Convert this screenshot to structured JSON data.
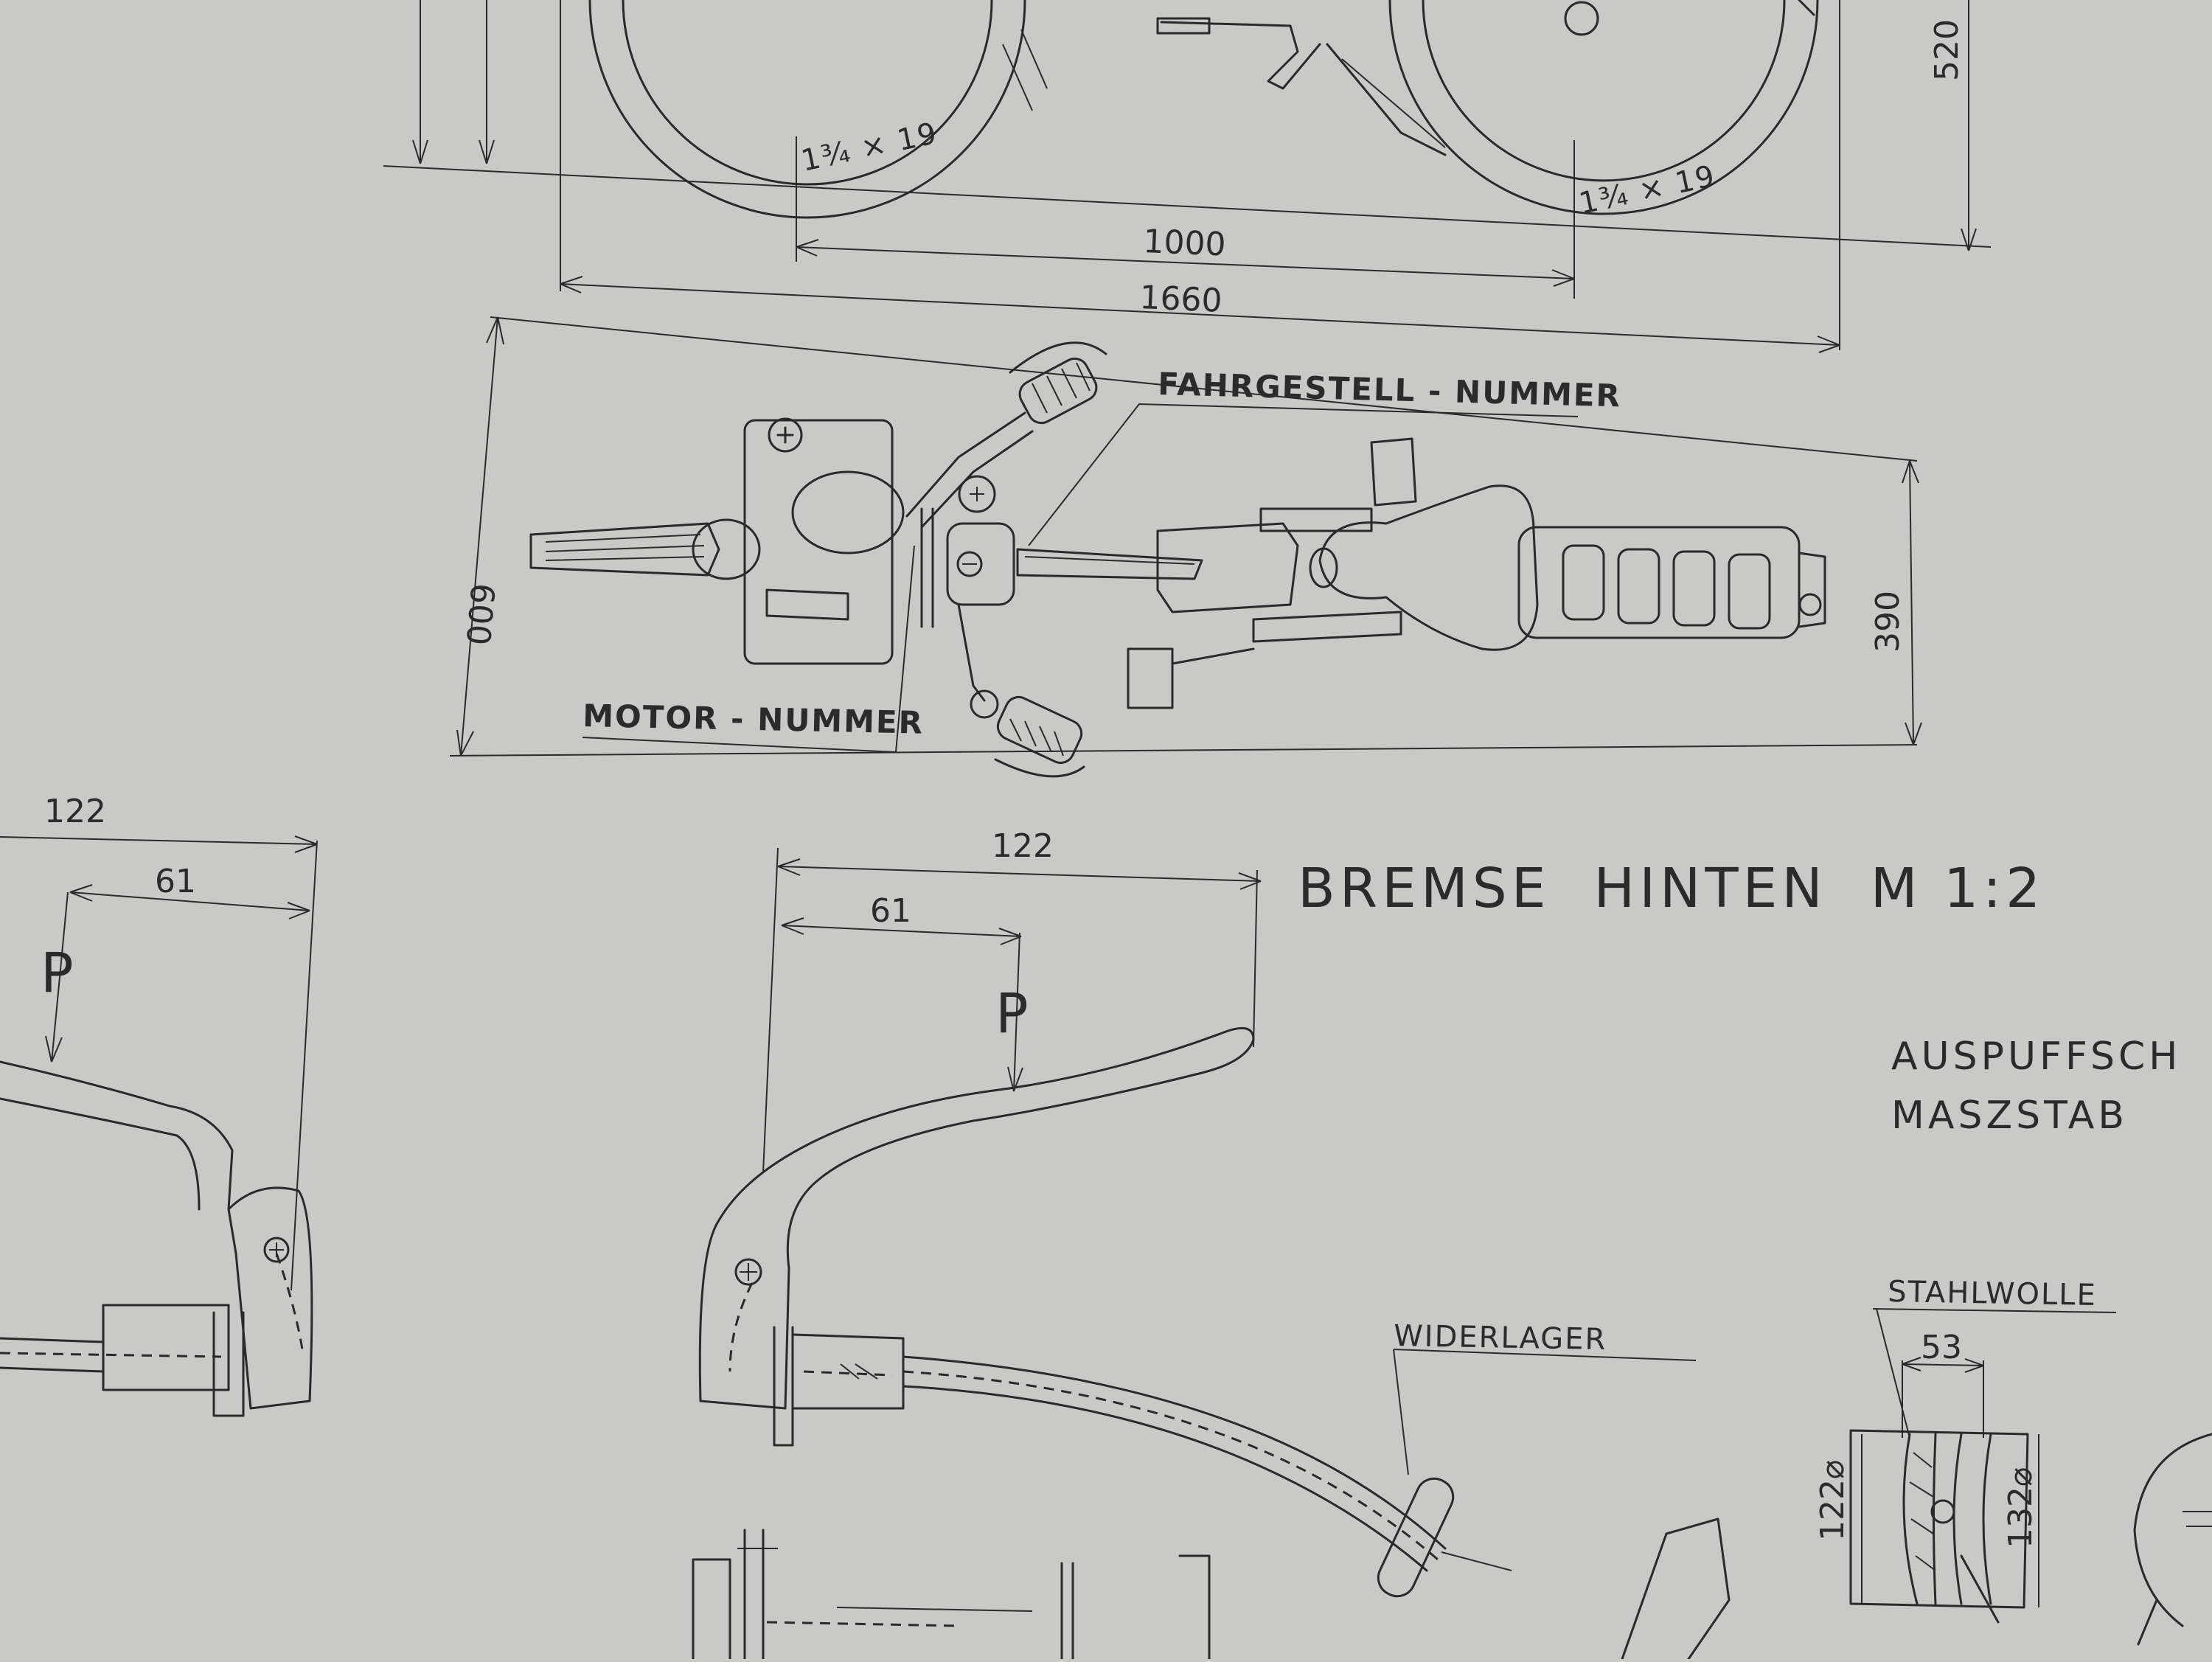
{
  "drawing": {
    "side_view": {
      "tire_front": "1¾ × 19",
      "tire_rear": "1¾ × 19",
      "dim_wheelbase": "1000",
      "dim_length": "1660",
      "dim_height": "520"
    },
    "top_view": {
      "label_frame_number": "FAHRGESTELL - NUMMER",
      "label_motor_number": "MOTOR - NUMMER",
      "dim_width": "600",
      "dim_rear_width": "390"
    },
    "brake_detail": {
      "title": "BREMSE  HINTEN  M 1:2",
      "dim_outer": "122",
      "dim_inner": "61",
      "force_label": "P",
      "dim_outer_left": "122",
      "dim_inner_left": "61",
      "force_label_left": "P",
      "label_abutment": "WIDERLAGER"
    },
    "exhaust_detail": {
      "title_line1": "AUSPUFFSCH",
      "title_line2": "MASZSTAB",
      "label_steel_wool": "STAHLWOLLE",
      "dim_width": "53",
      "dim_left": "122⌀",
      "dim_right": "132⌀"
    }
  }
}
